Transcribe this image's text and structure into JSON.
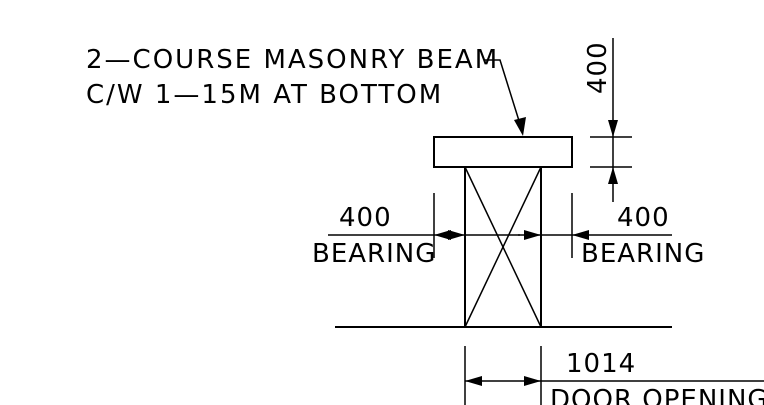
{
  "note": {
    "line1": "2—COURSE MASONRY BEAM",
    "line2": "C/W 1—15M AT BOTTOM"
  },
  "dimensions": {
    "beam_depth": "400",
    "left_bearing_value": "400",
    "left_bearing_label": "BEARING",
    "right_bearing_value": "400",
    "right_bearing_label": "BEARING",
    "opening_value": "1014",
    "opening_label": "DOOR OPENING"
  },
  "colors": {
    "line": "#000000",
    "background": "#ffffff"
  }
}
